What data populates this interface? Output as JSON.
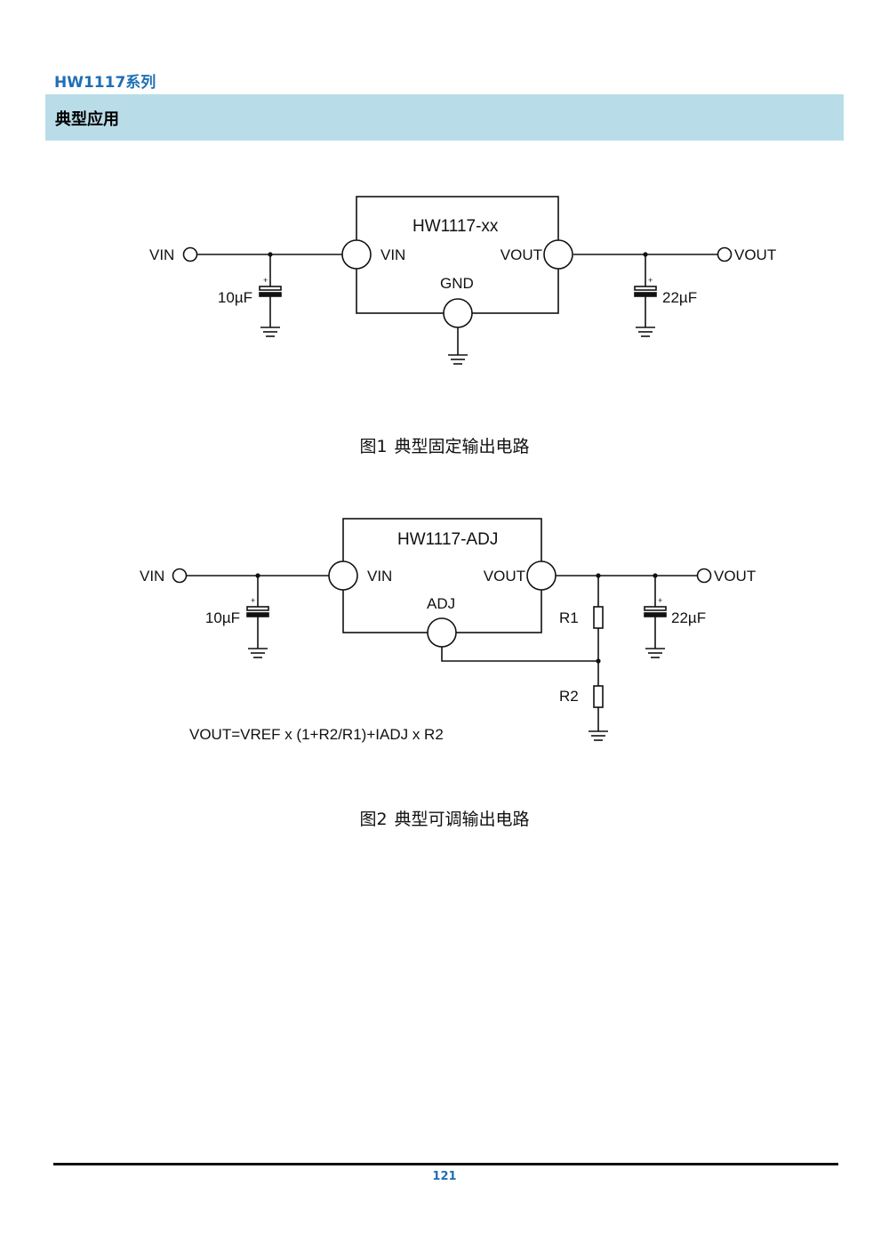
{
  "header": {
    "series_title": "HW1117系列",
    "section_title": "典型应用"
  },
  "figure1": {
    "chip_name": "HW1117-xx",
    "pin_vin": "VIN",
    "pin_vout": "VOUT",
    "pin_gnd": "GND",
    "input_label": "VIN",
    "output_label": "VOUT",
    "input_cap": "10µF",
    "output_cap": "22µF",
    "polarity_mark": "+",
    "caption_number": "图1",
    "caption_text": "典型固定输出电路"
  },
  "figure2": {
    "chip_name": "HW1117-ADJ",
    "pin_vin": "VIN",
    "pin_vout": "VOUT",
    "pin_adj": "ADJ",
    "input_label": "VIN",
    "output_label": "VOUT",
    "input_cap": "10µF",
    "output_cap": "22µF",
    "polarity_mark": "+",
    "r1_label": "R1",
    "r2_label": "R2",
    "formula": "VOUT=VREF x (1+R2/R1)+IADJ x R2",
    "caption_number": "图2",
    "caption_text": "典型可调输出电路"
  },
  "footer": {
    "page_number": "121"
  },
  "colors": {
    "accent": "#1f6fb5",
    "section_bar": "#b9dde8"
  }
}
